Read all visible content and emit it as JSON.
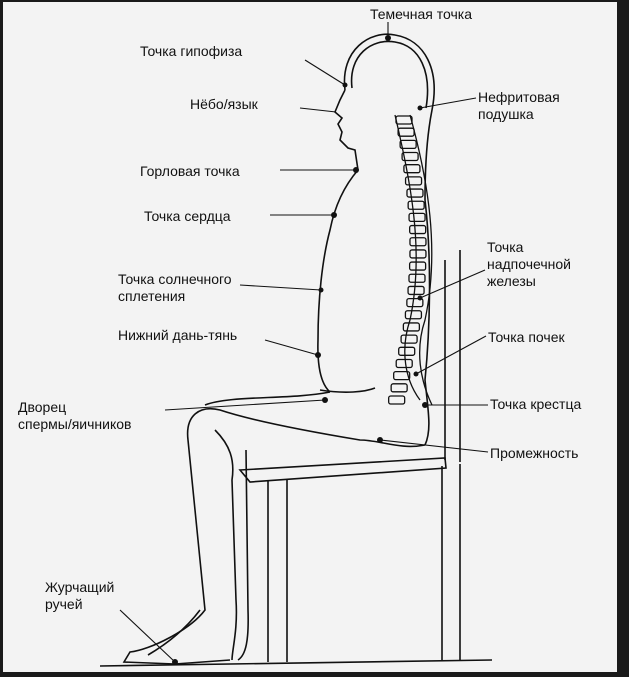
{
  "title": "Точки микрокосмической орбиты",
  "labels": {
    "crown": "Темечная точка",
    "pituitary": "Точка гипофиза",
    "palate": "Нёбо/язык",
    "jade_pillow_1": "Нефритовая",
    "jade_pillow_2": "подушка",
    "throat": "Горловая точка",
    "heart": "Точка сердца",
    "adrenal_1": "Точка",
    "adrenal_2": "надпочечной",
    "adrenal_3": "железы",
    "solar_1": "Точка солнечного",
    "solar_2": "сплетения",
    "lower_dantian": "Нижний дань-тянь",
    "kidney": "Точка почек",
    "sperm_palace_1": "Дворец",
    "sperm_palace_2": "спермы/яичников",
    "sacrum": "Точка крестца",
    "perineum": "Промежность",
    "spring_1": "Журчащий",
    "spring_2": "ручей"
  }
}
